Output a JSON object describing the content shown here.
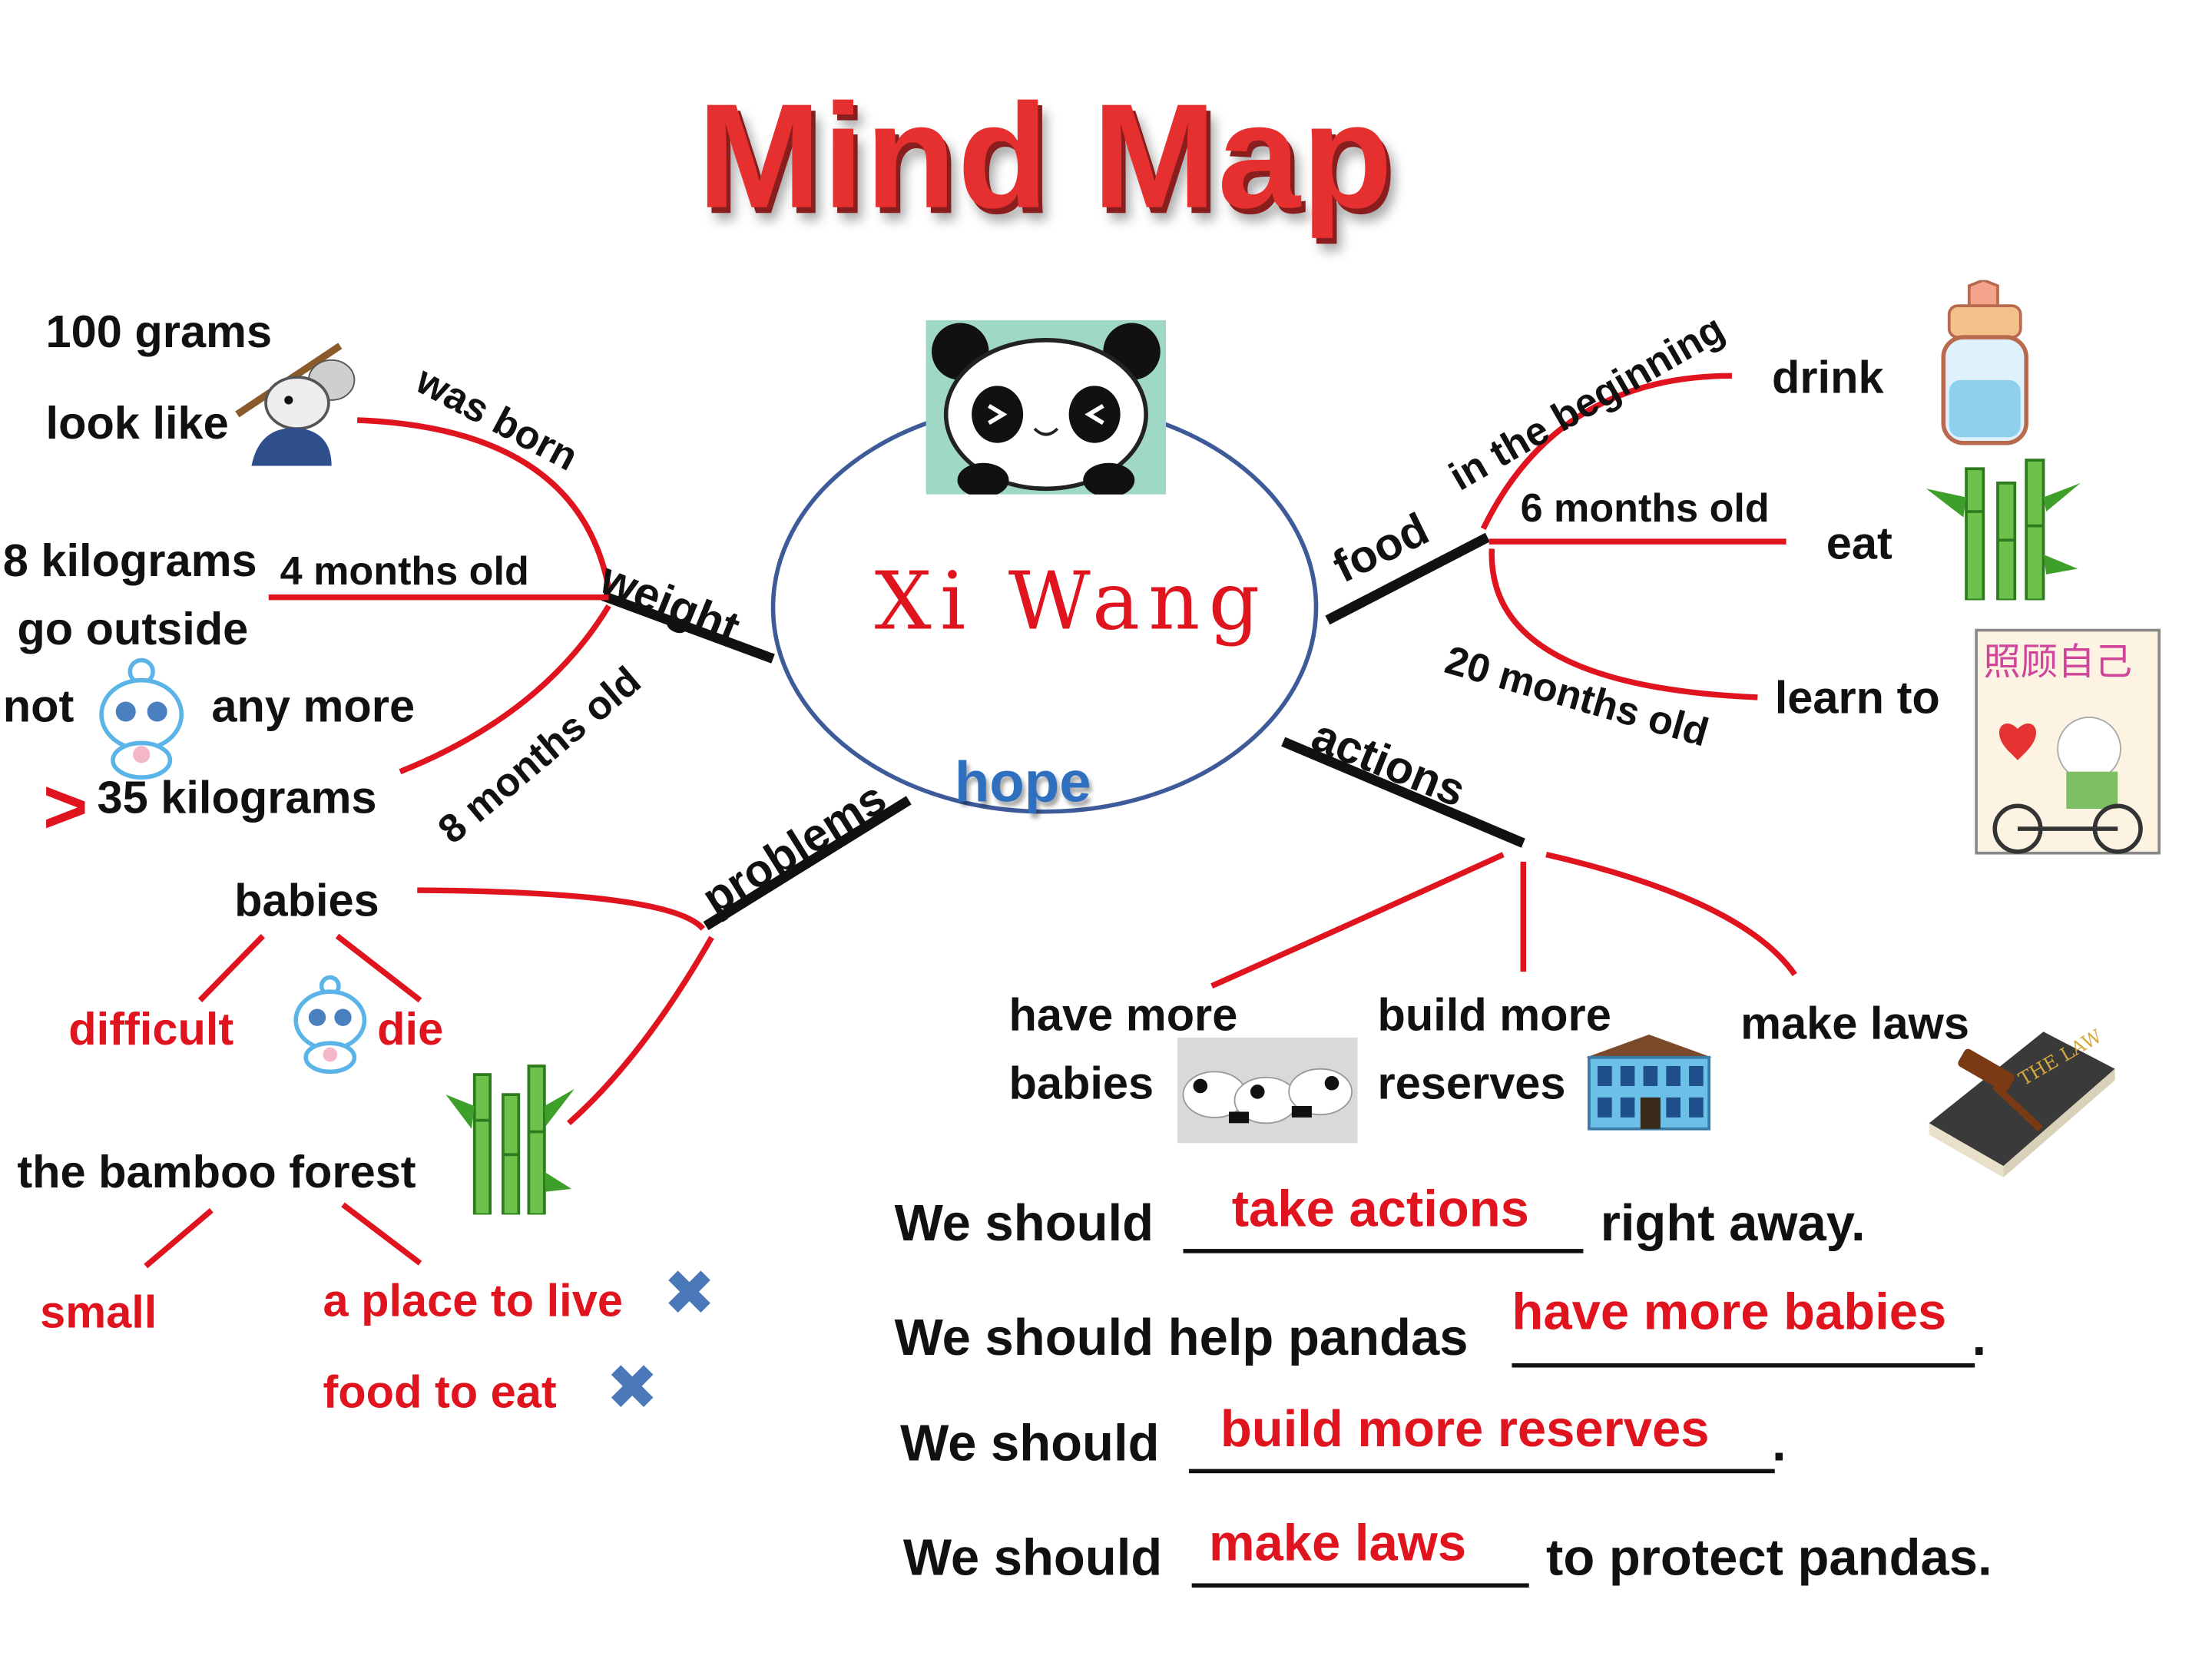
{
  "title": "Mind Map",
  "center": {
    "name": "Xi Wang",
    "hope": "hope"
  },
  "branches": {
    "weight": "weight",
    "food": "food",
    "actions": "actions",
    "problems": "problems"
  },
  "weight_branch": {
    "was_born": "was born",
    "four_months": "4 months old",
    "eight_months": "8 months old",
    "grams": "100 grams",
    "look_like": "look like",
    "eight_kg": "8 kilograms",
    "go_outside": "go outside",
    "not": "not",
    "any_more": "any more",
    "gt": ">",
    "thirty_five_kg": "35 kilograms"
  },
  "food_branch": {
    "in_the_beginning": "in the beginning",
    "six_months": "6 months old",
    "twenty_months": "20 months old",
    "drink": "drink",
    "eat": "eat",
    "learn_to": "learn to"
  },
  "actions_branch": {
    "have_more_1": "have more",
    "have_more_2": "babies",
    "build_more_1": "build more",
    "build_more_2": "reserves",
    "make_laws": "make laws",
    "book_text": "THE LAW"
  },
  "problems_branch": {
    "babies": "babies",
    "difficult": "difficult",
    "die": "die",
    "bamboo_forest": "the bamboo forest",
    "small": "small",
    "place_to_live": "a place to live",
    "food_to_eat": "food  to eat",
    "x_mark": "✖"
  },
  "sentences": [
    {
      "before": "We should",
      "answer": "take actions",
      "after": "right away."
    },
    {
      "before": "We should help pandas",
      "answer": "have more babies",
      "after": "."
    },
    {
      "before": "We should",
      "answer": "build more reserves",
      "after": "."
    },
    {
      "before": "We should",
      "answer": "make laws",
      "after": "to protect pandas."
    }
  ],
  "poster_text": "照顾自己",
  "colors": {
    "title": "#e5302f",
    "branch_red": "#e0141e",
    "connector": "#111111",
    "circle": "#3d5a99",
    "hope": "#2f6fbf"
  }
}
